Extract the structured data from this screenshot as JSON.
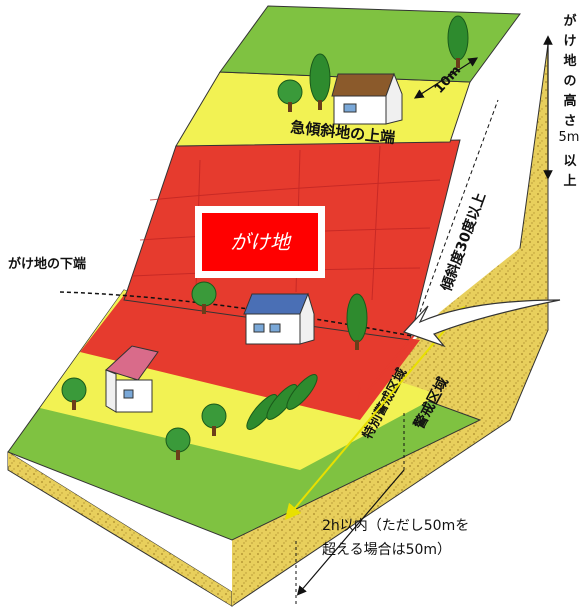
{
  "labels": {
    "top_edge": "急傾斜地の上端",
    "bottom_edge": "がけ地の下端",
    "cliff": "がけ地",
    "slope_angle": "傾斜度30度以上",
    "distance_10m": "10m",
    "special_zone": "特別警戒区域",
    "warning_zone": "警戒区域",
    "range_note_line1": "2h以内（ただし50mを",
    "range_note_line2": "超える場合は50m）",
    "height_chars": [
      "が",
      "け",
      "地",
      "の",
      "高",
      "さ",
      "5m",
      "以",
      "上"
    ]
  },
  "colors": {
    "green": "#7fc241",
    "yellow": "#f2f253",
    "red": "#e63b2e",
    "soil": "#e6cc5a",
    "cliff_box": "#ff0000"
  },
  "icons": [
    "tree-icon",
    "house-icon",
    "arrow-icon"
  ]
}
